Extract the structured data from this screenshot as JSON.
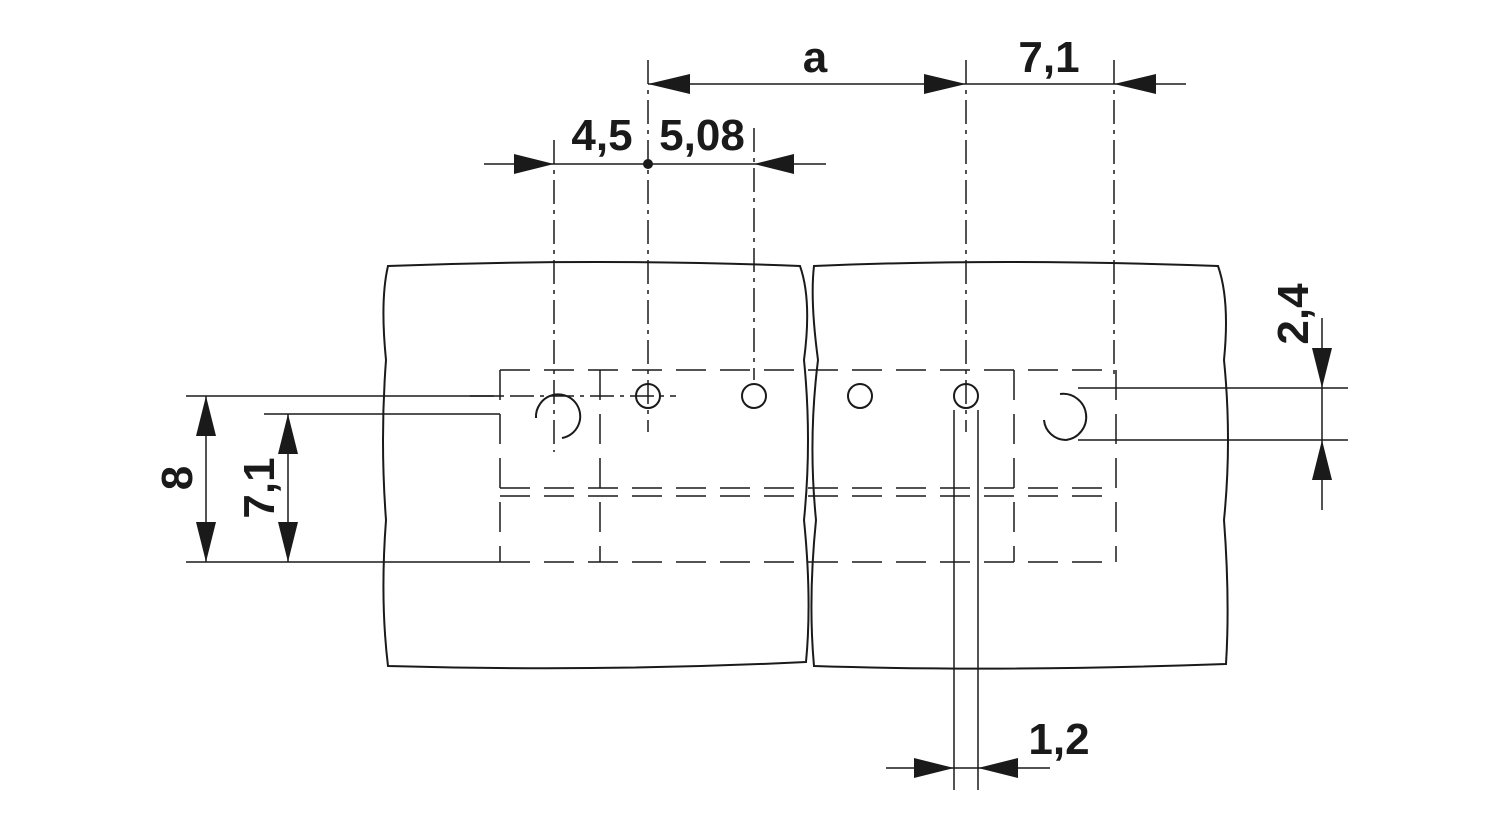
{
  "dimensions": {
    "pitch_variable": "a",
    "end_offset": "7,1",
    "edge_to_first_pin": "4,5",
    "pin_pitch": "5,08",
    "height_outer": "8",
    "height_inner": "7,1",
    "hole_diameter": "2,4",
    "pin_width": "1,2"
  }
}
